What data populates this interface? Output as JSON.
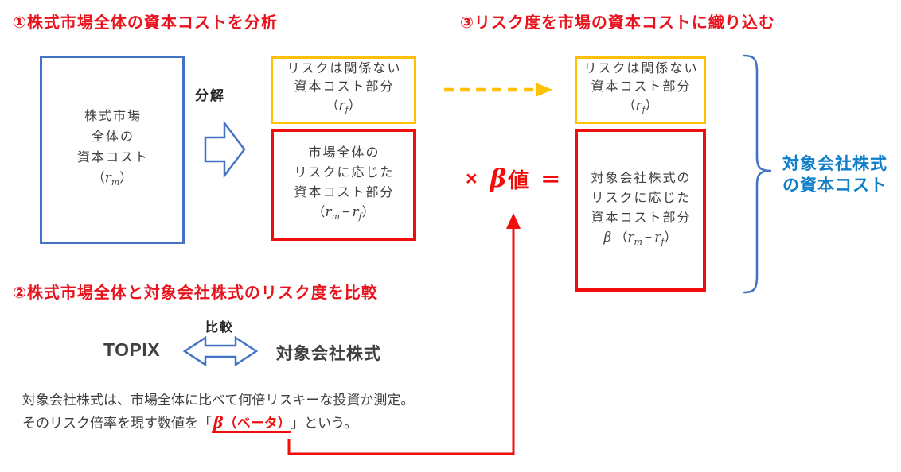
{
  "headings": {
    "step1": "①株式市場全体の資本コストを分析",
    "step2": "②株式市場全体と対象会社株式のリスク度を比較",
    "step3": "③リスク度を市場の資本コストに織り込む"
  },
  "labels": {
    "decompose": "分解",
    "compare": "比較",
    "topix": "TOPIX",
    "target_stock": "対象会社株式"
  },
  "boxes": {
    "market": {
      "line1": "株式市場",
      "line2": "全体の",
      "line3": "資本コスト"
    },
    "riskfree": {
      "line1": "リスクは関係ない",
      "line2": "資本コスト部分"
    },
    "market_premium": {
      "line1": "市場全体の",
      "line2": "リスクに応じた",
      "line3": "資本コスト部分"
    },
    "target_premium": {
      "line1": "対象会社株式の",
      "line2": "リスクに応じた",
      "line3": "資本コスト部分"
    }
  },
  "formulas": {
    "rm": {
      "open": "（",
      "v": "r",
      "sub": "m",
      "close": "）"
    },
    "rf": {
      "open": "（",
      "v": "r",
      "sub": "f",
      "close": "）"
    },
    "rm_minus_rf": {
      "open": "（",
      "v1": "r",
      "sub1": "m",
      "minus": "−",
      "v2": "r",
      "sub2": "f",
      "close": "）"
    },
    "beta_rm_minus_rf": {
      "beta": "β",
      "open": "（",
      "v1": "r",
      "sub1": "m",
      "minus": "−",
      "v2": "r",
      "sub2": "f",
      "close": "）"
    }
  },
  "equation": {
    "times": "×",
    "beta": "β",
    "value_suffix": "値",
    "equals": "＝"
  },
  "result": {
    "line1": "対象会社株式",
    "line2": "の資本コスト"
  },
  "note": {
    "line1": "対象会社株式は、市場全体に比べて何倍リスキーな投資か測定。",
    "line2_prefix": "そのリスク倍率を現す数値を「",
    "line2_beta": "β",
    "line2_beta_rest": "（ベータ）",
    "line2_suffix": "」という。"
  },
  "colors": {
    "heading_red": "#e8131d",
    "shape_red": "#f20d0d",
    "gold": "#ffc000",
    "shape_blue": "#4472c4",
    "result_blue": "#0d7ec7",
    "text_gray": "#3f3f3f"
  }
}
